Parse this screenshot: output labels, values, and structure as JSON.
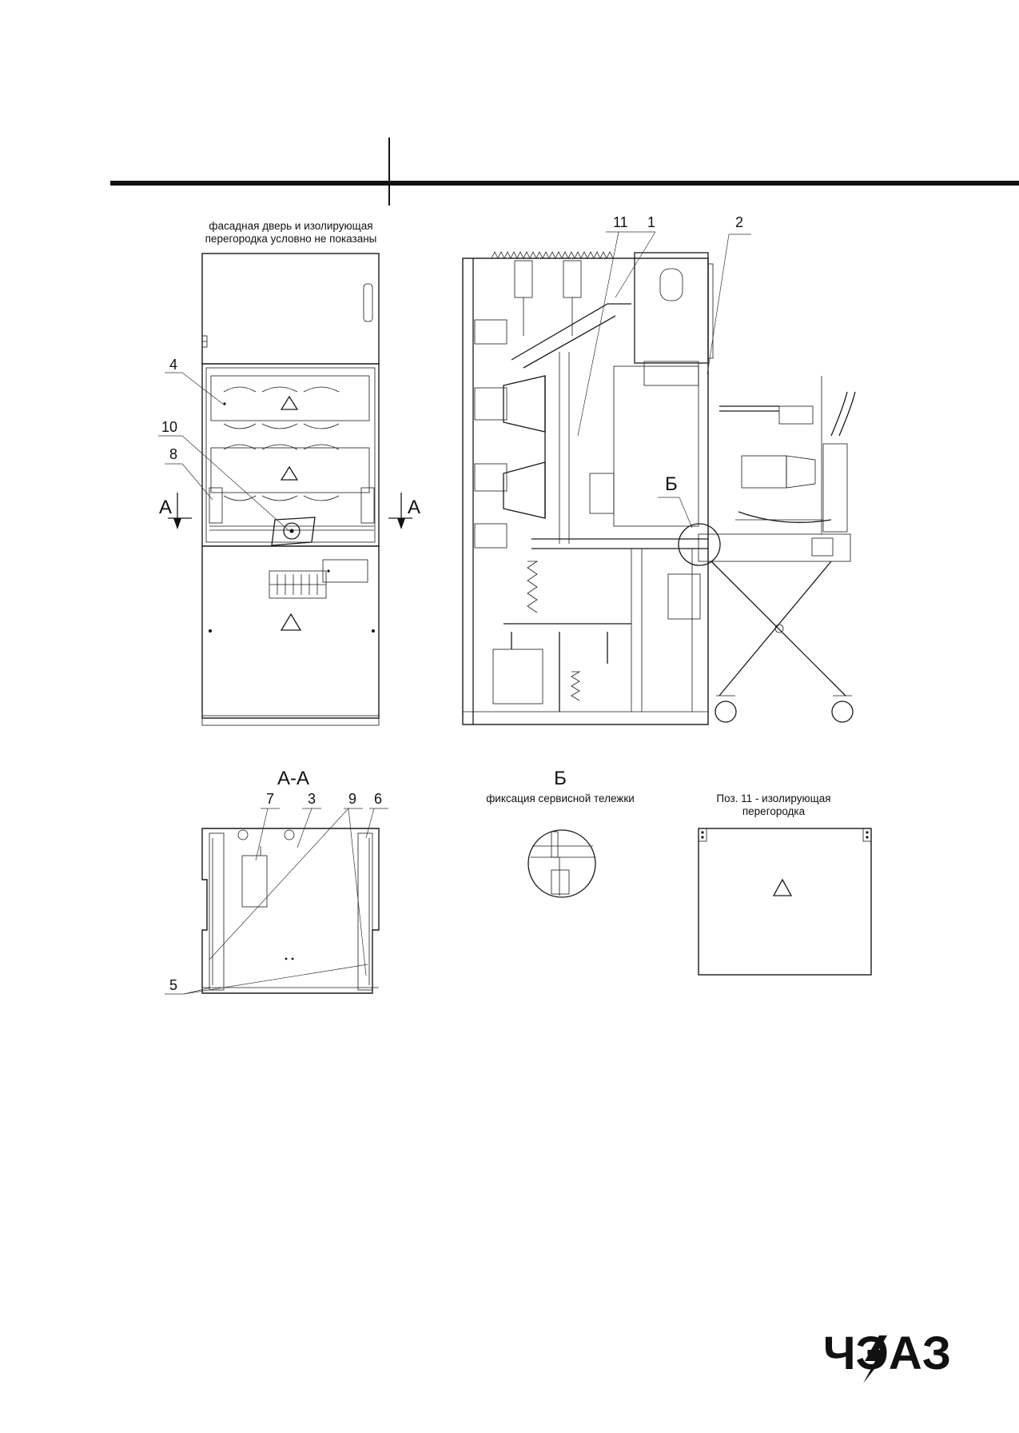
{
  "front_view": {
    "caption_line1": "фасадная дверь и изолирующая",
    "caption_line2": "перегородка условно не показаны",
    "callouts": {
      "c4": "4",
      "c10": "10",
      "c8": "8"
    },
    "section_mark_left": "А",
    "section_mark_right": "А"
  },
  "side_view": {
    "callouts": {
      "c11": "11",
      "c1": "1",
      "c2": "2"
    },
    "detail_mark": "Б"
  },
  "section_aa": {
    "title": "А-А",
    "callouts": {
      "c7": "7",
      "c3": "3",
      "c9": "9",
      "c6": "6",
      "c5": "5"
    }
  },
  "detail_b": {
    "title": "Б",
    "caption": "фиксация сервисной тележки"
  },
  "partition": {
    "caption_line1": "Поз. 11 - изолирующая",
    "caption_line2": "перегородка"
  },
  "logo": {
    "text": "ЧЭАЗ",
    "icon": "lightning-bolt-icon"
  }
}
